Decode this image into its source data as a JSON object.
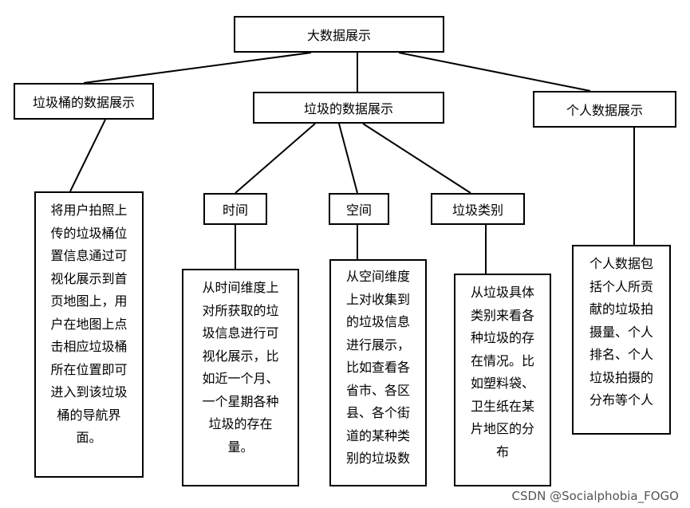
{
  "diagram": {
    "root": "大数据展示",
    "branches": {
      "bin": "垃圾桶的数据展示",
      "garbage": "垃圾的数据展示",
      "personal": "个人数据展示"
    },
    "sub": {
      "time": "时间",
      "space": "空间",
      "category": "垃圾类别"
    },
    "descriptions": {
      "bin": [
        "将用户拍照上",
        "传的垃圾桶位",
        "置信息通过可",
        "视化展示到首",
        "页地图上，用",
        "户在地图上点",
        "击相应垃圾桶",
        "所在位置即可",
        "进入到该垃圾",
        "桶的导航界",
        "面。"
      ],
      "time": [
        "从时间维度上",
        "对所获取的垃",
        "圾信息进行可",
        "视化展示，比",
        "如近一个月、",
        "一个星期各种",
        "垃圾的存在",
        "量。"
      ],
      "space": [
        "从空间维度",
        "上对收集到",
        "的垃圾信息",
        "进行展示，",
        "比如查看各",
        "省市、各区",
        "县、各个街",
        "道的某种类",
        "别的垃圾数"
      ],
      "category": [
        "从垃圾具体",
        "类别来看各",
        "种垃圾的存",
        "在情况。比",
        "如塑料袋、",
        "卫生纸在某",
        "片地区的分",
        "布"
      ],
      "personal": [
        "个人数据包",
        "括个人所贡",
        "献的垃圾拍",
        "摄量、个人",
        "排名、个人",
        "垃圾拍摄的",
        "分布等个人"
      ]
    }
  },
  "watermark": "CSDN @Socialphobia_FOGO"
}
